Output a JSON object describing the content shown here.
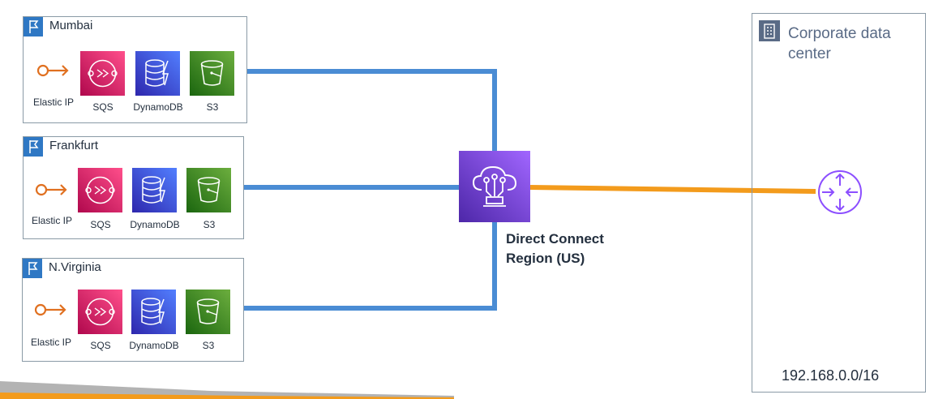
{
  "regions": [
    {
      "name": "Mumbai",
      "services": {
        "elastic_ip": "Elastic IP",
        "sqs": "SQS",
        "dynamodb": "DynamoDB",
        "s3": "S3"
      }
    },
    {
      "name": "Frankfurt",
      "services": {
        "elastic_ip": "Elastic IP",
        "sqs": "SQS",
        "dynamodb": "DynamoDB",
        "s3": "S3"
      }
    },
    {
      "name": "N.Virginia",
      "services": {
        "elastic_ip": "Elastic IP",
        "sqs": "SQS",
        "dynamodb": "DynamoDB",
        "s3": "S3"
      }
    }
  ],
  "direct_connect": {
    "line1": "Direct Connect",
    "line2": "Region (US)"
  },
  "corporate": {
    "title": "Corporate data center",
    "cidr": "192.168.0.0/16"
  },
  "colors": {
    "region_link": "#4a8cd4",
    "dx_link": "#f39b1c",
    "region_flag": "#2f78c4",
    "direct_connect": "#7b3fe4",
    "router": "#8c4fff",
    "elastic_ip": "#e07020"
  }
}
